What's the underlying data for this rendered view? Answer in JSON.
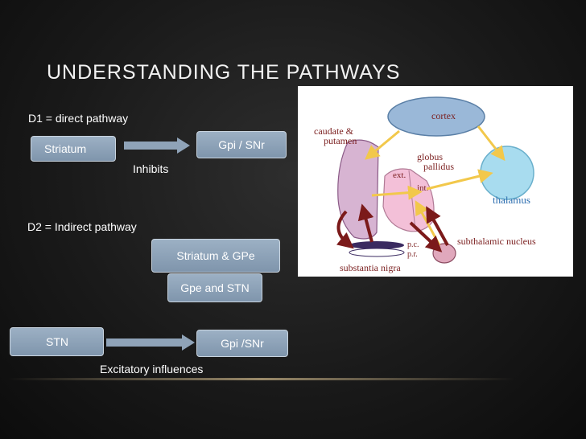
{
  "slide": {
    "title": "UNDERSTANDING THE PATHWAYS",
    "d1": {
      "heading": "D1 = direct pathway",
      "source": "Striatum",
      "target": "Gpi / SNr",
      "arrow_label": "Inhibits"
    },
    "d2": {
      "heading": "D2 = Indirect pathway",
      "box1": "Striatum & GPe",
      "box2": "Gpe and STN"
    },
    "stn": {
      "source": "STN",
      "target": "Gpi /SNr",
      "arrow_label": "Excitatory influences"
    }
  },
  "figure": {
    "cortex": "cortex",
    "caudate_1": "caudate &",
    "caudate_2": "putamen",
    "globus_1": "globus",
    "globus_2": "pallidus",
    "ext": "ext.",
    "int": "int.",
    "thalamus": "thalamus",
    "pc": "p.c.",
    "pr": "p.r.",
    "subthalamic": "subthalamic nucleus",
    "substantia": "substantia nigra"
  },
  "colors": {
    "box_fill": "#8fa3b8",
    "arrow": "#8fa3b8",
    "cortex_fill": "#9ab8d8",
    "thalamus_fill": "#a8dcef",
    "caudate_fill": "#d7b4d2",
    "pallidus_fill": "#f3c0d8",
    "excitatory_arrow": "#f2c84b",
    "inhibitory_arrow": "#7b1a1a",
    "label_red": "#7a1e1e",
    "label_blue": "#2e6fb0"
  }
}
